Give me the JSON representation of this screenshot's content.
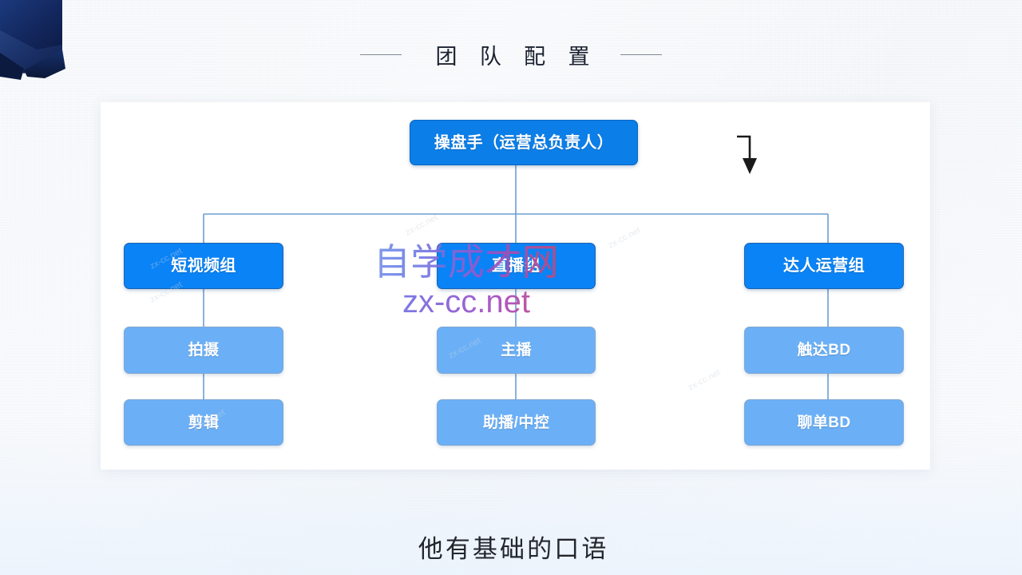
{
  "slide": {
    "title": "团 队 配 置",
    "subtitle": "他有基础的口语"
  },
  "watermark": {
    "main": "自学成才网",
    "sub": "zx-cc.net",
    "tile": "zx-cc.net"
  },
  "org_chart": {
    "root": {
      "label": "操盘手（运营总负责人）"
    },
    "branches": [
      {
        "head": "短视频组",
        "children": [
          "拍摄",
          "剪辑"
        ]
      },
      {
        "head": "直播组",
        "children": [
          "主播",
          "助播/中控"
        ]
      },
      {
        "head": "达人运营组",
        "children": [
          "触达BD",
          "聊单BD"
        ]
      }
    ]
  },
  "colors": {
    "primary_blue": "#0a83f6",
    "root_blue": "#0b7ee8",
    "light_blue": "#6bb0f7",
    "connector": "#6c9fd0",
    "ribbon_navy": "#152c68",
    "background": "#eef2f6",
    "card": "#ffffff"
  }
}
